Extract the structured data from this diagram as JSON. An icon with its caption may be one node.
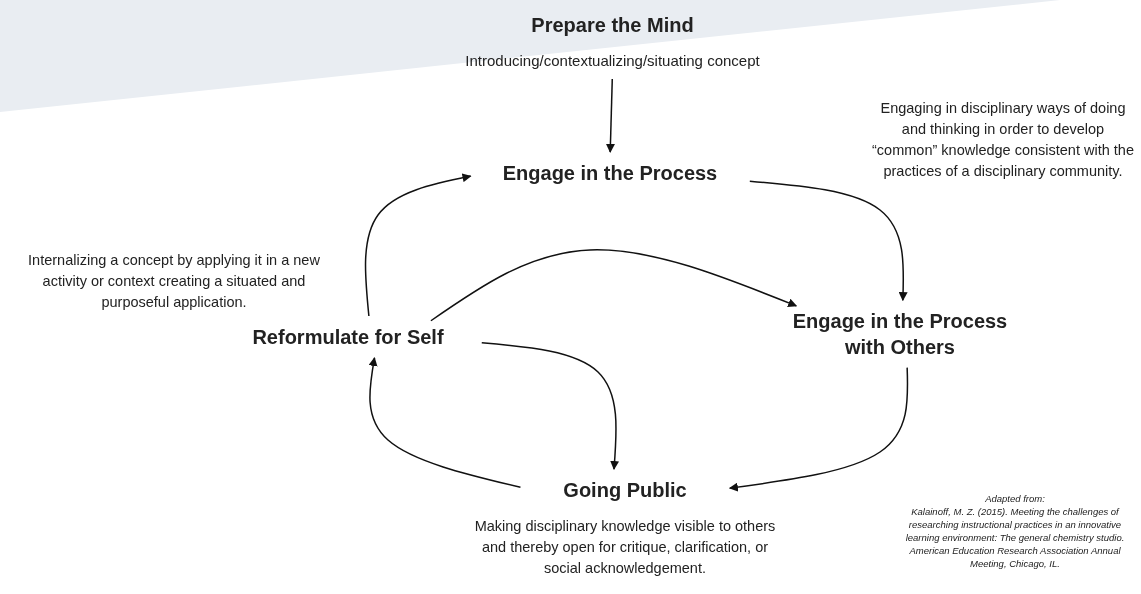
{
  "diagram": {
    "nodes": [
      {
        "text": [
          "Prepare the Mind",
          "Introducing/contextualizing/situating concept"
        ]
      },
      {
        "text": [
          "Engage in the Process"
        ]
      },
      {
        "text": [
          "Engage in the Process with Others"
        ]
      },
      {
        "text": [
          "Reformulate for Self"
        ],
        "beside": [
          "Internalizing a concept by applying it in a new activity or context creating a situated and purposeful application."
        ]
      },
      {
        "text": [
          "Going Public"
        ],
        "beside": [
          "Making disciplinary knowledge visible to others and thereby open for critique, clarification, or social acknowledgement."
        ]
      }
    ],
    "edges": [
      {
        "from": 0,
        "to": 1,
        "arrow": "to"
      },
      {
        "from": 1,
        "to": 2,
        "arrow": "to"
      },
      {
        "from": 3,
        "to": 1,
        "arrow": "to"
      },
      {
        "from": 3,
        "to": 2,
        "arrow": "to"
      },
      {
        "from": 3,
        "to": 4,
        "arrow": "to"
      },
      {
        "from": 2,
        "to": 4,
        "arrow": "to"
      },
      {
        "from": 4,
        "to": 3,
        "arrow": "to"
      }
    ],
    "labels": [
      "Engaging in disciplinary ways of doing and thinking in order to develop “common” knowledge consistent with the practices of a disciplinary community.",
      "Adapted from:",
      "Kalainoff, M. Z. (2015).  Meeting the challenges of researching instructional practices in an innovative learning environment: The general chemistry studio. American Education Research Association Annual Meeting, Chicago, IL."
    ]
  }
}
